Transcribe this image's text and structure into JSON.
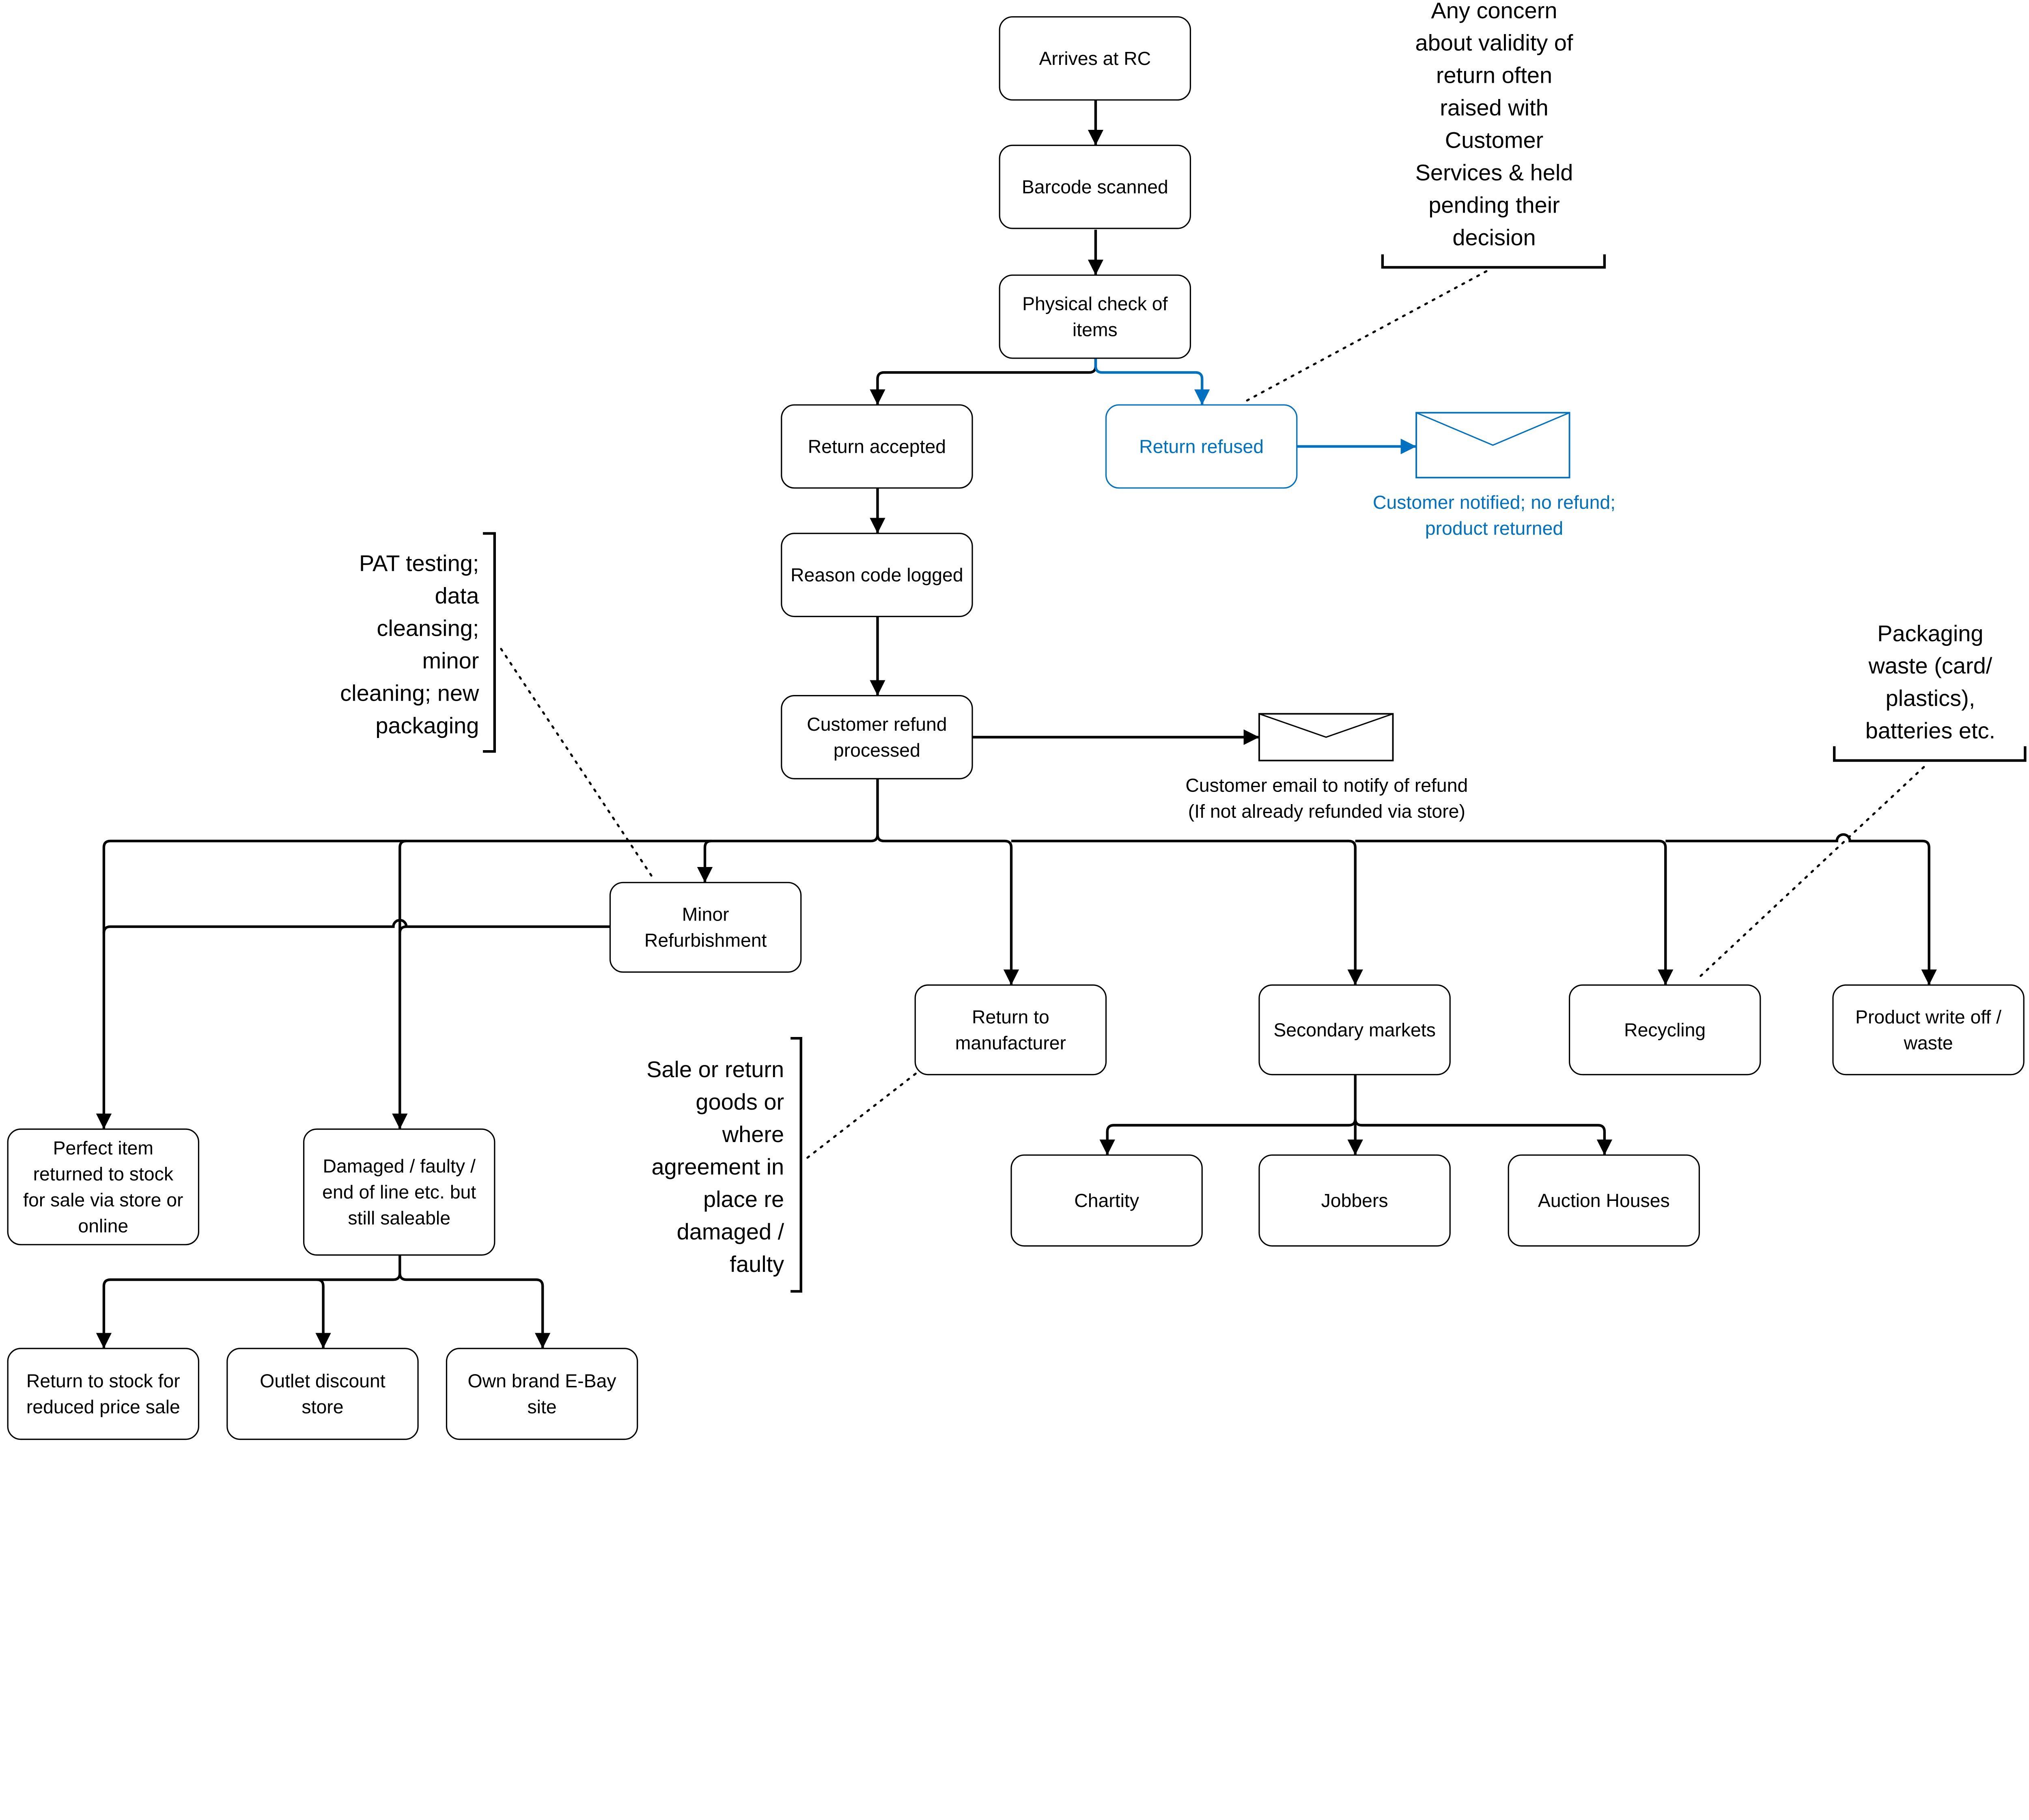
{
  "colors": {
    "primary": "#000000",
    "refused": "#0070c0"
  },
  "nodes": [
    {
      "key": "arrives",
      "lines": [
        "Arrives at RC"
      ]
    },
    {
      "key": "barcode",
      "lines": [
        "Barcode scanned"
      ]
    },
    {
      "key": "physical",
      "lines": [
        "Physical check of",
        "items"
      ]
    },
    {
      "key": "accepted",
      "lines": [
        "Return accepted"
      ]
    },
    {
      "key": "refused",
      "lines": [
        "Return refused"
      ],
      "color": "#0070c0"
    },
    {
      "key": "reason",
      "lines": [
        "Reason code logged"
      ]
    },
    {
      "key": "refund",
      "lines": [
        "Customer refund",
        "processed"
      ]
    },
    {
      "key": "minor",
      "lines": [
        "Minor",
        "Refurbishment"
      ]
    },
    {
      "key": "perfect",
      "lines": [
        "Perfect item",
        "returned to stock",
        "for sale via store or",
        "online"
      ]
    },
    {
      "key": "damaged",
      "lines": [
        "Damaged / faulty /",
        "end of line etc. but",
        "still saleable"
      ]
    },
    {
      "key": "rtm",
      "lines": [
        "Return  to",
        "manufacturer"
      ]
    },
    {
      "key": "secondary",
      "lines": [
        "Secondary markets"
      ]
    },
    {
      "key": "recycling",
      "lines": [
        "Recycling"
      ]
    },
    {
      "key": "writeoff",
      "lines": [
        "Product write off /",
        "waste"
      ]
    },
    {
      "key": "charity",
      "lines": [
        "Chartity"
      ]
    },
    {
      "key": "jobbers",
      "lines": [
        "Jobbers"
      ]
    },
    {
      "key": "auction",
      "lines": [
        "Auction Houses"
      ]
    },
    {
      "key": "rts",
      "lines": [
        "Return to stock for",
        "reduced price sale"
      ]
    },
    {
      "key": "outlet",
      "lines": [
        "Outlet discount",
        "store"
      ]
    },
    {
      "key": "ebay",
      "lines": [
        "Own brand E-Bay",
        "site"
      ]
    }
  ],
  "annotations": [
    {
      "key": "concern",
      "lines": [
        "Any concern",
        "about validity of",
        "return often",
        "raised with",
        "Customer",
        "Services & held",
        "pending their",
        "decision"
      ]
    },
    {
      "key": "pat",
      "lines": [
        "PAT testing;",
        "data",
        "cleansing;",
        "minor",
        "cleaning; new",
        "packaging"
      ]
    },
    {
      "key": "sale",
      "lines": [
        "Sale or return",
        "goods or",
        "where",
        "agreement in",
        "place re",
        "damaged /",
        "faulty"
      ]
    },
    {
      "key": "packaging",
      "lines": [
        "Packaging",
        "waste (card/",
        "plastics),",
        "batteries etc."
      ]
    }
  ],
  "envelopes": [
    {
      "key": "refused-notice",
      "icon": "envelope-icon",
      "caption": [
        "Customer notified; no refund;",
        "product returned"
      ],
      "color": "#0070c0"
    },
    {
      "key": "refund-email",
      "icon": "envelope-icon",
      "caption": [
        "Customer email to notify of refund",
        "(If not already refunded via store)"
      ]
    }
  ]
}
